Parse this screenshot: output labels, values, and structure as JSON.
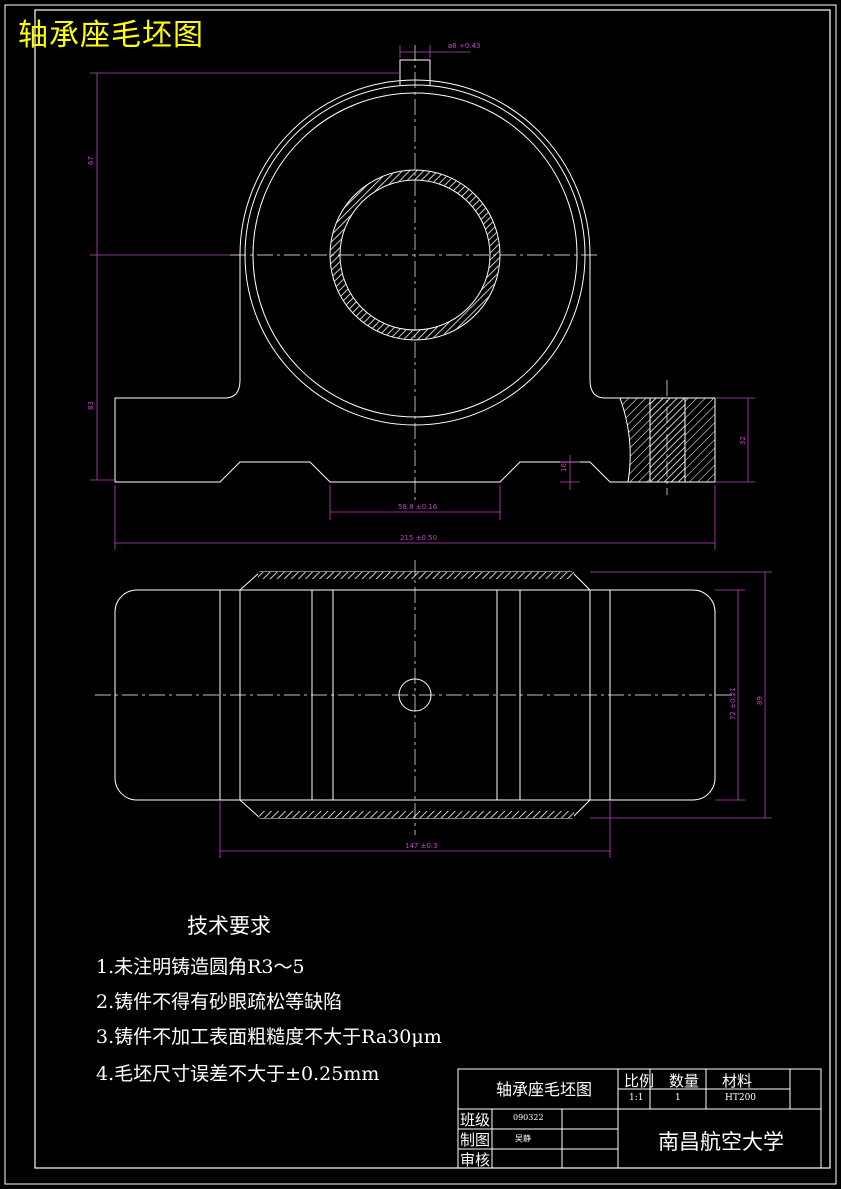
{
  "sheet_title": "轴承座毛坯图",
  "technical_requirements": {
    "heading": "技术要求",
    "items": [
      "1.未注明铸造圆角R3～5",
      "2.铸件不得有砂眼疏松等缺陷",
      "3.铸件不加工表面粗糙度不大于Ra30μm",
      "4.毛坯尺寸误差不大于±0.25mm"
    ]
  },
  "dimensions": {
    "total_height": "67",
    "base_height": "83",
    "boss": "ø8 +0.43",
    "base_slot": "58.8 ±0.16",
    "overall_length": "215 ±0.50",
    "foot_height": "32",
    "base_thickness": "16",
    "width_inner": "72 ±0.21",
    "width_outer": "89",
    "plan_length": "147 ±0.3"
  },
  "title_block": {
    "part_name": "轴承座毛坯图",
    "scale_label": "比例",
    "qty_label": "数量",
    "material_label": "材料",
    "scale_value": "1:1",
    "qty_value": "1",
    "material_value": "HT200",
    "class_label": "班级",
    "class_value": "090322",
    "drawn_label": "制图",
    "drawn_value": "吴静",
    "review_label": "审核",
    "school": "南昌航空大学"
  },
  "colors": {
    "line": "#ffffff",
    "dimension": "#c040c0",
    "title": "#ffff00",
    "background": "#000000"
  }
}
